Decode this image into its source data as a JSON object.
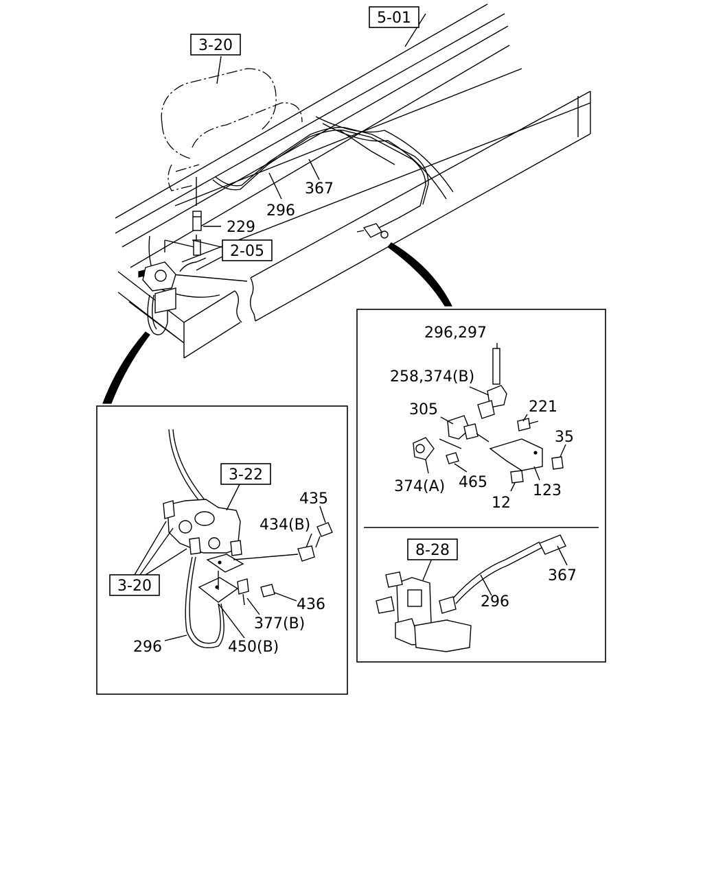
{
  "refs": {
    "r501": "5-01",
    "r320_top": "3-20",
    "r205": "2-05",
    "r322": "3-22",
    "r320_left": "3-20",
    "r828": "8-28"
  },
  "callouts_main": {
    "c367": "367",
    "c296": "296",
    "c229": "229"
  },
  "callouts_left": {
    "c435": "435",
    "c434b": "434(B)",
    "c436": "436",
    "c377b": "377(B)",
    "c450b": "450(B)",
    "c296": "296"
  },
  "callouts_right": {
    "c296_297": "296,297",
    "c258_374b": "258,374(B)",
    "c305": "305",
    "c221": "221",
    "c35": "35",
    "c374a": "374(A)",
    "c465": "465",
    "c123": "123",
    "c12": "12",
    "c367": "367",
    "c296": "296"
  }
}
